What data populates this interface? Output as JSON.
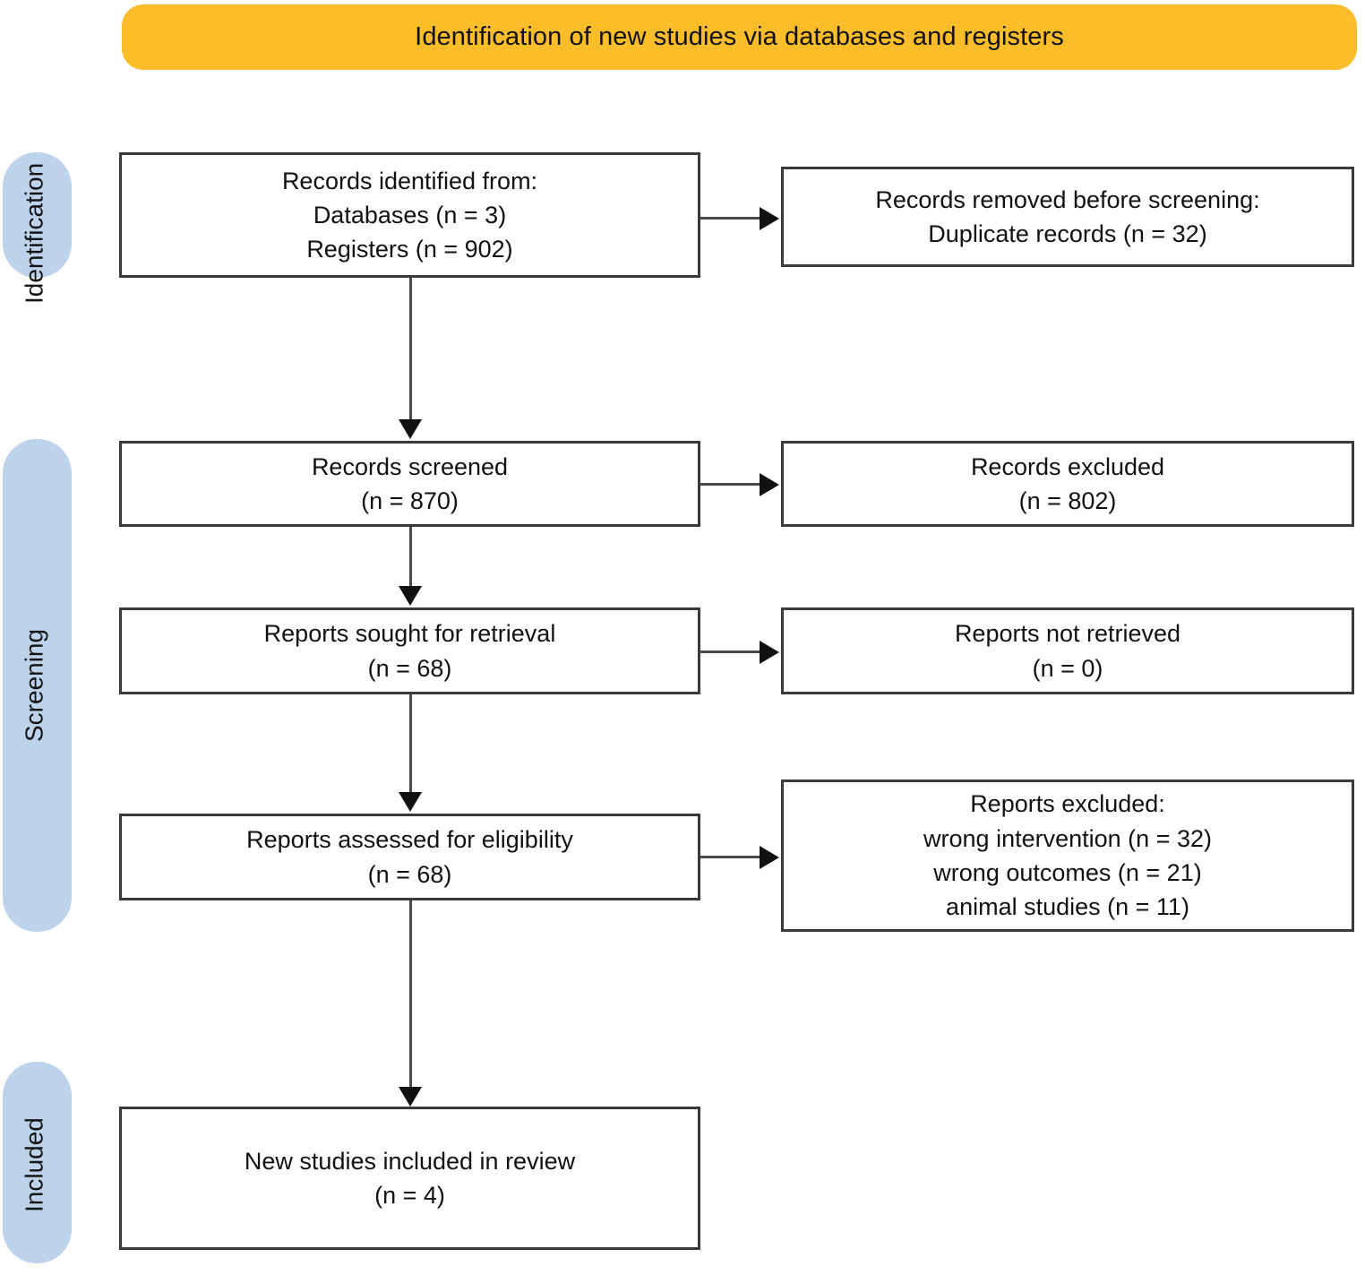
{
  "header": {
    "title": "Identification of new studies via databases and registers",
    "color": "#FBBD2A"
  },
  "stages": {
    "color": "#BDD3EC",
    "identification": "Identification",
    "screening": "Screening",
    "included": "Included"
  },
  "nodes": {
    "records_identified": {
      "text": "Records identified from:\nDatabases (n = 3)\nRegisters (n = 902)"
    },
    "records_removed": {
      "text": "Records removed before screening:\nDuplicate records (n = 32)"
    },
    "records_screened": {
      "text": "Records screened\n(n = 870)"
    },
    "records_excluded": {
      "text": "Records excluded\n(n = 802)"
    },
    "reports_sought": {
      "text": "Reports sought for retrieval\n(n = 68)"
    },
    "reports_not_retrieved": {
      "text": "Reports not retrieved\n(n = 0)"
    },
    "reports_assessed": {
      "text": "Reports assessed for eligibility\n(n = 68)"
    },
    "reports_excluded": {
      "text": "Reports excluded:\nwrong intervention (n = 32)\nwrong outcomes  (n = 21)\nanimal studies (n = 11)"
    },
    "new_studies_included": {
      "text": "New studies included in review\n(n = 4)"
    }
  },
  "chart_data": {
    "type": "diagram",
    "title": "Identification of new studies via databases and registers",
    "flow": [
      {
        "stage": "Identification",
        "label": "Records identified from: Databases",
        "n": 3
      },
      {
        "stage": "Identification",
        "label": "Records identified from: Registers",
        "n": 902
      },
      {
        "stage": "Identification",
        "label": "Records removed before screening: Duplicate records",
        "n": 32
      },
      {
        "stage": "Screening",
        "label": "Records screened",
        "n": 870
      },
      {
        "stage": "Screening",
        "label": "Records excluded",
        "n": 802
      },
      {
        "stage": "Screening",
        "label": "Reports sought for retrieval",
        "n": 68
      },
      {
        "stage": "Screening",
        "label": "Reports not retrieved",
        "n": 0
      },
      {
        "stage": "Screening",
        "label": "Reports assessed for eligibility",
        "n": 68
      },
      {
        "stage": "Screening",
        "label": "Reports excluded: wrong intervention",
        "n": 32
      },
      {
        "stage": "Screening",
        "label": "Reports excluded: wrong outcomes",
        "n": 21
      },
      {
        "stage": "Screening",
        "label": "Reports excluded: animal studies",
        "n": 11
      },
      {
        "stage": "Included",
        "label": "New studies included in review",
        "n": 4
      }
    ]
  }
}
